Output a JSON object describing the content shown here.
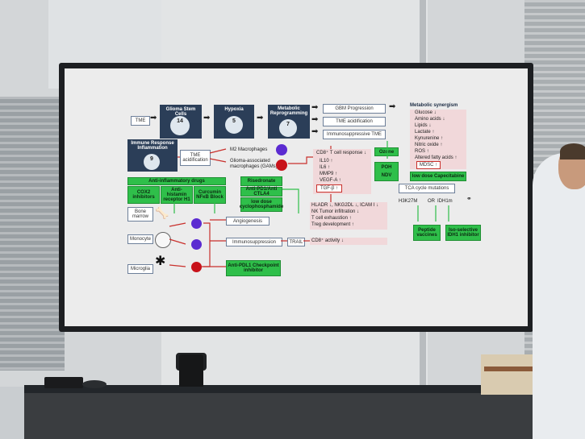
{
  "slide": {
    "top": {
      "tme": "TME",
      "glioma_stem": "Glioma Stem Cells",
      "hypoxia": "Hypoxia",
      "metabolic": "Metabolic Reprogramming",
      "immune": "Immune Response Inflammation",
      "tme_acid": "TME acidification",
      "gbm_prog": "GBM Progression",
      "tme_acid2": "TME acidification",
      "immunosupp_tme": "Immunosuppressive TME",
      "num_14": "14",
      "num_5": "5",
      "num_7": "7",
      "num_9": "9"
    },
    "metabolic_synergism": {
      "title": "Metabolic synergism",
      "items": [
        "Glucose ↓",
        "Amino acids ↓",
        "Lipids ↓",
        "Lactate ↑",
        "Kynurenine ↑",
        "Nitric oxide ↑",
        "ROS ↑",
        "Altered fatty acids ↑",
        "MDSC ↑"
      ]
    },
    "macrophages": {
      "m2": "M2 Macrophages",
      "gam": "Glioma-associated macrophages (GAMs)"
    },
    "cd8_list": [
      "CD8⁺ T cell response ↓",
      "IL10 ↑",
      "IL6 ↑",
      "MMP9 ↑",
      "VEGF-A ↑",
      "TGF-β ↑"
    ],
    "ozone": "Ozone",
    "poh": "POH",
    "ndv": "NDV",
    "low_dose_cape": "low dose Capecitabine",
    "tca": "TCA cycle mutations",
    "h3k": "H3K27M",
    "or": "OR",
    "idh": "IDH1m",
    "peptide": "Peptide vaccines",
    "iso": "Iso-selective IDH1 inhibitor",
    "anti_inflam": {
      "title": "Anti-inflammatory drugs",
      "cox2": "COX2 inhibitors",
      "antihist": "Anti-histamin receptor H1",
      "curcumin": "Curcumin NFκB Block"
    },
    "risedronate": "Risedronate",
    "antipd1": "Anti-PD1/Anti CTLA4",
    "lowdose_cyclo": "low dose cyclophosphamide",
    "hla_list": [
      "HLADR ↓, NKG2DL ↓, ICAM I ↓",
      "NK Tumor infiltration ↓",
      "T cell exhaustion ↑",
      "Treg development ↑"
    ],
    "bone_marrow": "Bone marrow",
    "monocyte": "Monocyte",
    "microglia": "Microglia",
    "angiogenesis": "Angiogenesis",
    "immunosuppression": "Immunosuppression",
    "trail": "TRAIL",
    "cd8_activity": "CD8⁺ activity ↓",
    "antipdl1": "Anti-PDL1 Checkpoint inhibitor"
  },
  "colors": {
    "accent_green": "#2fbf4a",
    "dark_box": "#2b3e58",
    "red_line": "#c9302c",
    "purple": "#5b2bd1"
  }
}
